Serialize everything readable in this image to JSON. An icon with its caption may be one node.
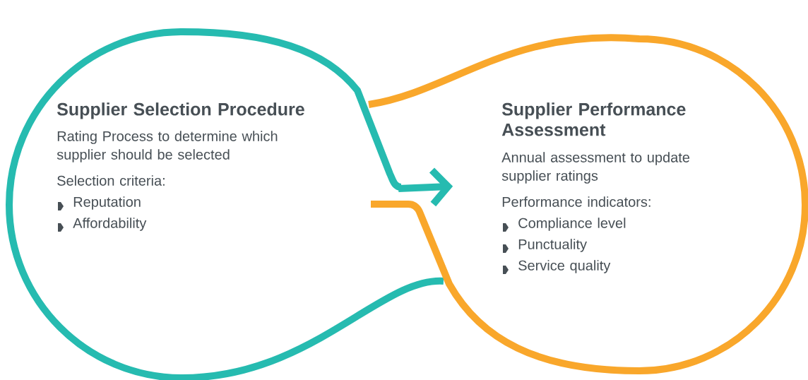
{
  "diagram": {
    "nodes": [
      {
        "text": [
          "Supplier Selection Procedure",
          "Rating Process to determine which supplier should be selected",
          "Selection criteria:",
          "Reputation",
          "Affordability"
        ]
      },
      {
        "text": [
          "Supplier Performance Assessment",
          "Annual assessment to update supplier ratings",
          "Performance indicators:",
          "Compliance level",
          "Punctuality",
          "Service quality"
        ]
      }
    ],
    "edges": [
      {
        "from": 0,
        "to": 1,
        "arrow": "to"
      }
    ]
  }
}
